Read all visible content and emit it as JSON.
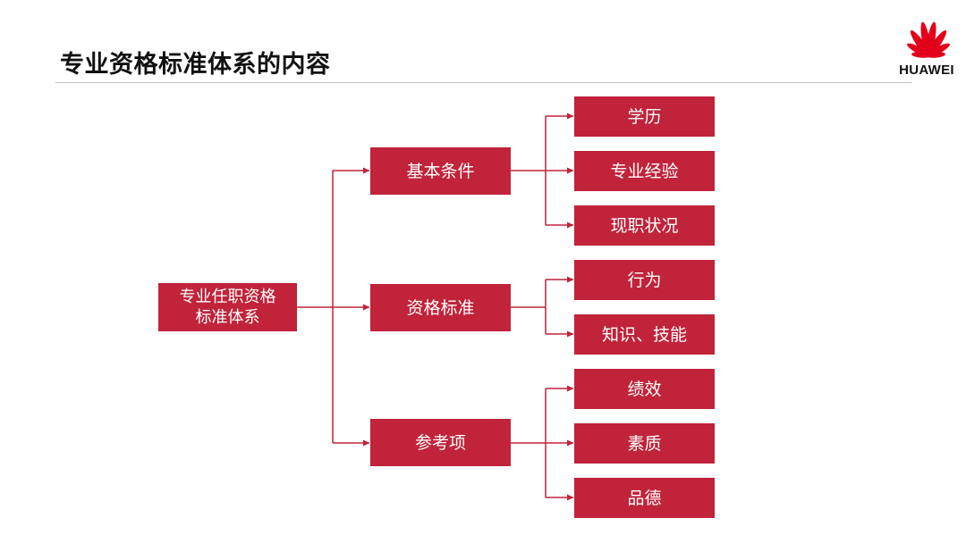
{
  "slide": {
    "title": "专业资格标准体系的内容"
  },
  "logo": {
    "text": "HUAWEI",
    "color": "#e3001b"
  },
  "colors": {
    "box_fill": "#c0233a",
    "connector": "#c0233a"
  },
  "tree": {
    "root": {
      "line1": "专业任职资格",
      "line2": "标准体系"
    },
    "branches": [
      {
        "label": "基本条件",
        "children": [
          "学历",
          "专业经验",
          "现职状况"
        ]
      },
      {
        "label": "资格标准",
        "children": [
          "行为",
          "知识、技能"
        ]
      },
      {
        "label": "参考项",
        "children": [
          "绩效",
          "素质",
          "品德"
        ]
      }
    ]
  }
}
